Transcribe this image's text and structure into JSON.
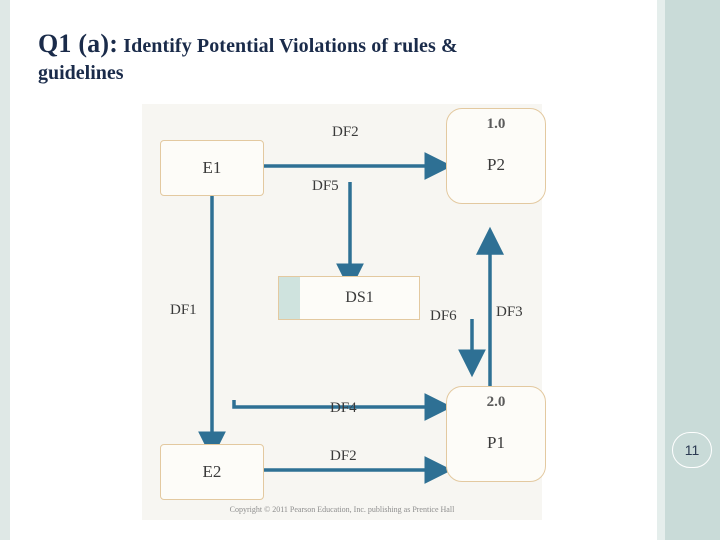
{
  "slide": {
    "title_strong": "Q1 (a):",
    "title_rest": " Identify Potential Violations of rules &",
    "title_line2": "guidelines",
    "page_number": "11",
    "copyright": "Copyright © 2011 Pearson Education, Inc. publishing as Prentice Hall"
  },
  "diagram": {
    "type": "data-flow-diagram",
    "nodes": [
      {
        "id": "E1",
        "label": "E1",
        "kind": "external-entity"
      },
      {
        "id": "E2",
        "label": "E2",
        "kind": "external-entity"
      },
      {
        "id": "P2",
        "number": "1.0",
        "label": "P2",
        "kind": "process"
      },
      {
        "id": "P1",
        "number": "2.0",
        "label": "P1",
        "kind": "process"
      },
      {
        "id": "DS1",
        "label": "DS1",
        "kind": "data-store"
      }
    ],
    "flows": [
      {
        "id": "DF2a",
        "label": "DF2"
      },
      {
        "id": "DF5",
        "label": "DF5"
      },
      {
        "id": "DF1",
        "label": "DF1"
      },
      {
        "id": "DF6",
        "label": "DF6"
      },
      {
        "id": "DF3",
        "label": "DF3"
      },
      {
        "id": "DF4",
        "label": "DF4"
      },
      {
        "id": "DF2b",
        "label": "DF2"
      }
    ],
    "colors": {
      "arrow": "#2e7094",
      "node_border": "#e3c9a0",
      "node_fill": "#fdfcf8",
      "store_cap": "#cfe3de",
      "canvas": "#f7f6f2"
    }
  }
}
